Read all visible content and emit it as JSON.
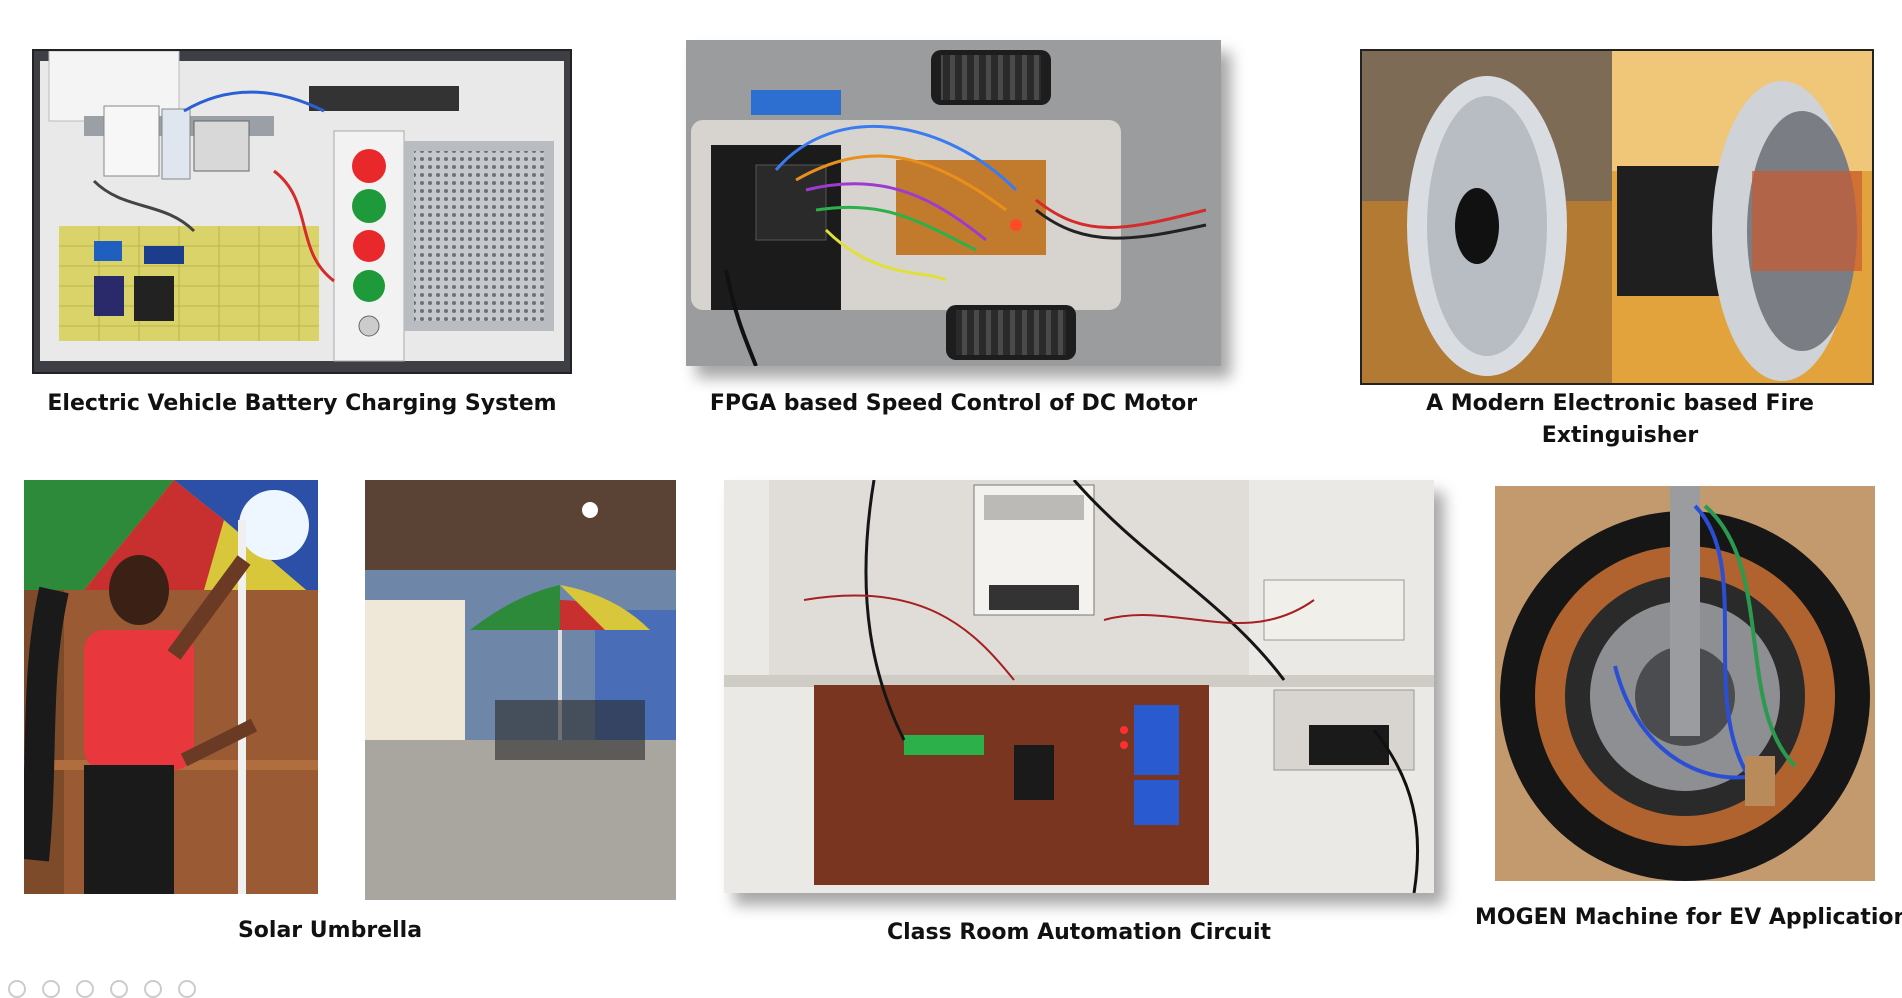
{
  "gallery": {
    "items": [
      {
        "id": "ev-charging",
        "caption": "Electric Vehicle Battery Charging System"
      },
      {
        "id": "fpga-motor",
        "caption": "FPGA based Speed Control of DC Motor"
      },
      {
        "id": "fire-extinguisher",
        "caption": "A Modern Electronic based Fire Extinguisher"
      },
      {
        "id": "solar-umbrella",
        "caption": "Solar Umbrella"
      },
      {
        "id": "classroom-automation",
        "caption": "Class Room Automation Circuit"
      },
      {
        "id": "mogen",
        "caption": "MOGEN Machine for EV Applications"
      }
    ]
  },
  "carousel": {
    "dot_count": 6
  }
}
